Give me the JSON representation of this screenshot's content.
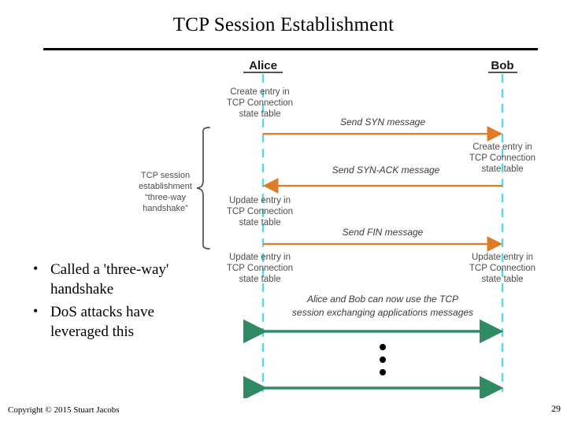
{
  "slide": {
    "title": "TCP Session Establishment",
    "footer": {
      "copyright": "Copyright © 2015 Stuart Jacobs",
      "page_number": "29"
    },
    "bullets": [
      {
        "marker": "•",
        "line1": "Called a 'three-way'",
        "line2": "handshake"
      },
      {
        "marker": "•",
        "line1": "DoS attacks have",
        "line2": "leveraged this"
      }
    ]
  },
  "diagram": {
    "actors": {
      "left": "Alice",
      "right": "Bob"
    },
    "brace_label": {
      "line1": "TCP session",
      "line2": "establishment",
      "line3": "“three-way",
      "line4": "handshake”"
    },
    "left_notes": [
      {
        "line1": "Create entry in",
        "line2": "TCP Connection",
        "line3": "state table"
      },
      {
        "line1": "Update entry in",
        "line2": "TCP Connection",
        "line3": "state table"
      },
      {
        "line1": "Update entry in",
        "line2": "TCP Connection",
        "line3": "state table"
      }
    ],
    "right_notes": [
      {
        "line1": "Create entry in",
        "line2": "TCP Connection",
        "line3": "state table"
      },
      {
        "line1": "Update entry in",
        "line2": "TCP Connection",
        "line3": "state table"
      }
    ],
    "messages": [
      {
        "label": "Send SYN message",
        "direction": "right"
      },
      {
        "label": "Send SYN-ACK message",
        "direction": "left"
      },
      {
        "label": "Send FIN message",
        "direction": "right"
      }
    ],
    "note": {
      "line1": "Alice and Bob can now use the TCP",
      "line2": "session exchanging applications messages"
    },
    "ellipsis": "•••",
    "colors": {
      "lifeline": "#5ad7e0",
      "message_arrow": "#e07b25",
      "data_arrow": "#2e8b63",
      "note_text": "#4d4d4d",
      "actor_text": "#1a1a1a"
    }
  }
}
